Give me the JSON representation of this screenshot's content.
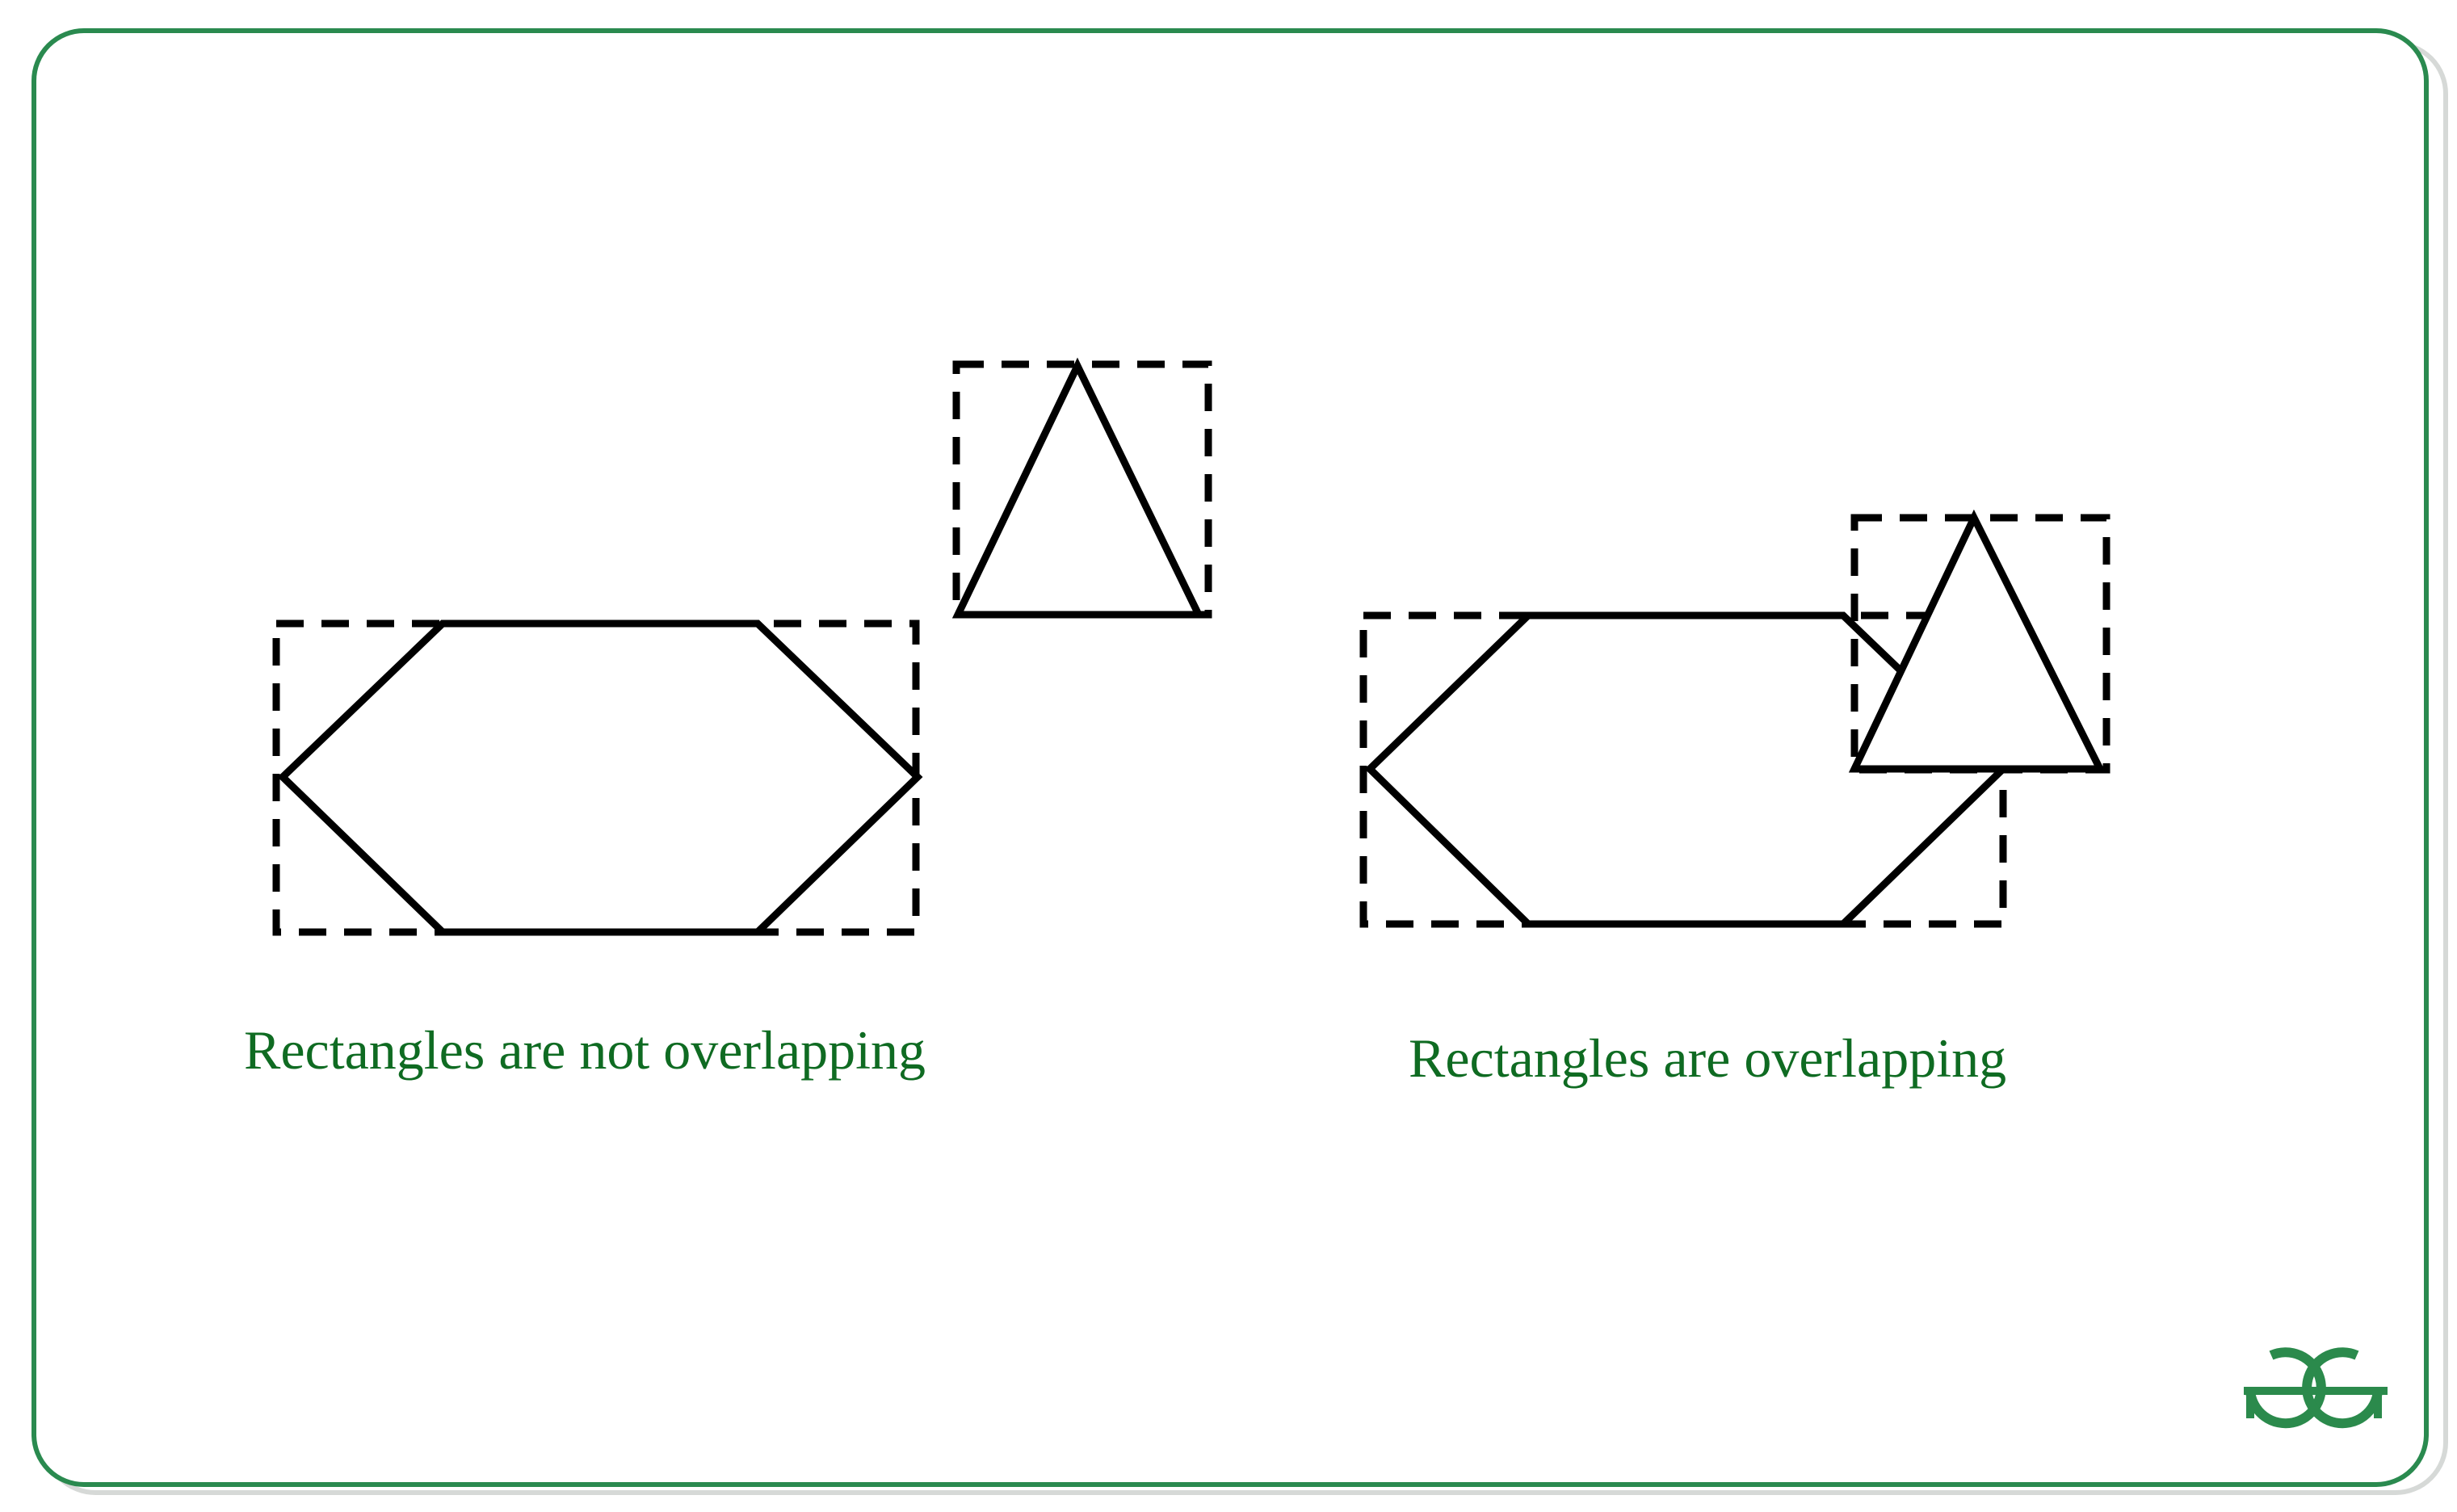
{
  "colors": {
    "frame": "#2a8a4f",
    "frame_shadow": "#d6d9d7",
    "stroke": "#000000",
    "caption": "#0f6b22",
    "logo": "#2b8a4c"
  },
  "panels": [
    {
      "caption": "Rectangles are not overlapping",
      "shapes": [
        "hexagon",
        "triangle"
      ],
      "overlapping": false
    },
    {
      "caption": "Rectangles are overlapping",
      "shapes": [
        "hexagon",
        "triangle"
      ],
      "overlapping": true
    }
  ],
  "logo": {
    "text": "GG",
    "icon": "gfg-logo-icon"
  }
}
